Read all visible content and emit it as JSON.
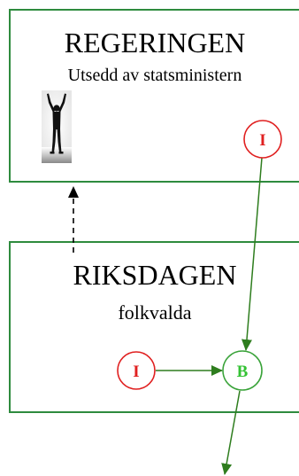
{
  "regeringen": {
    "title": "REGERINGEN",
    "subtitle": "Utsedd av statsministern"
  },
  "riksdagen": {
    "title": "RIKSDAGEN",
    "subtitle": "folkvalda"
  },
  "nodes": {
    "i_top": "I",
    "i_left": "I",
    "b": "B"
  },
  "colors": {
    "box_border": "#2e8b3e",
    "arrow": "#2e7d1e",
    "i_circle": "#e02020",
    "b_circle": "#3aa33a",
    "b_text": "#34c234",
    "dashed_arrow": "#000000"
  },
  "icons": {
    "photo": "person-arms-raised-icon"
  }
}
